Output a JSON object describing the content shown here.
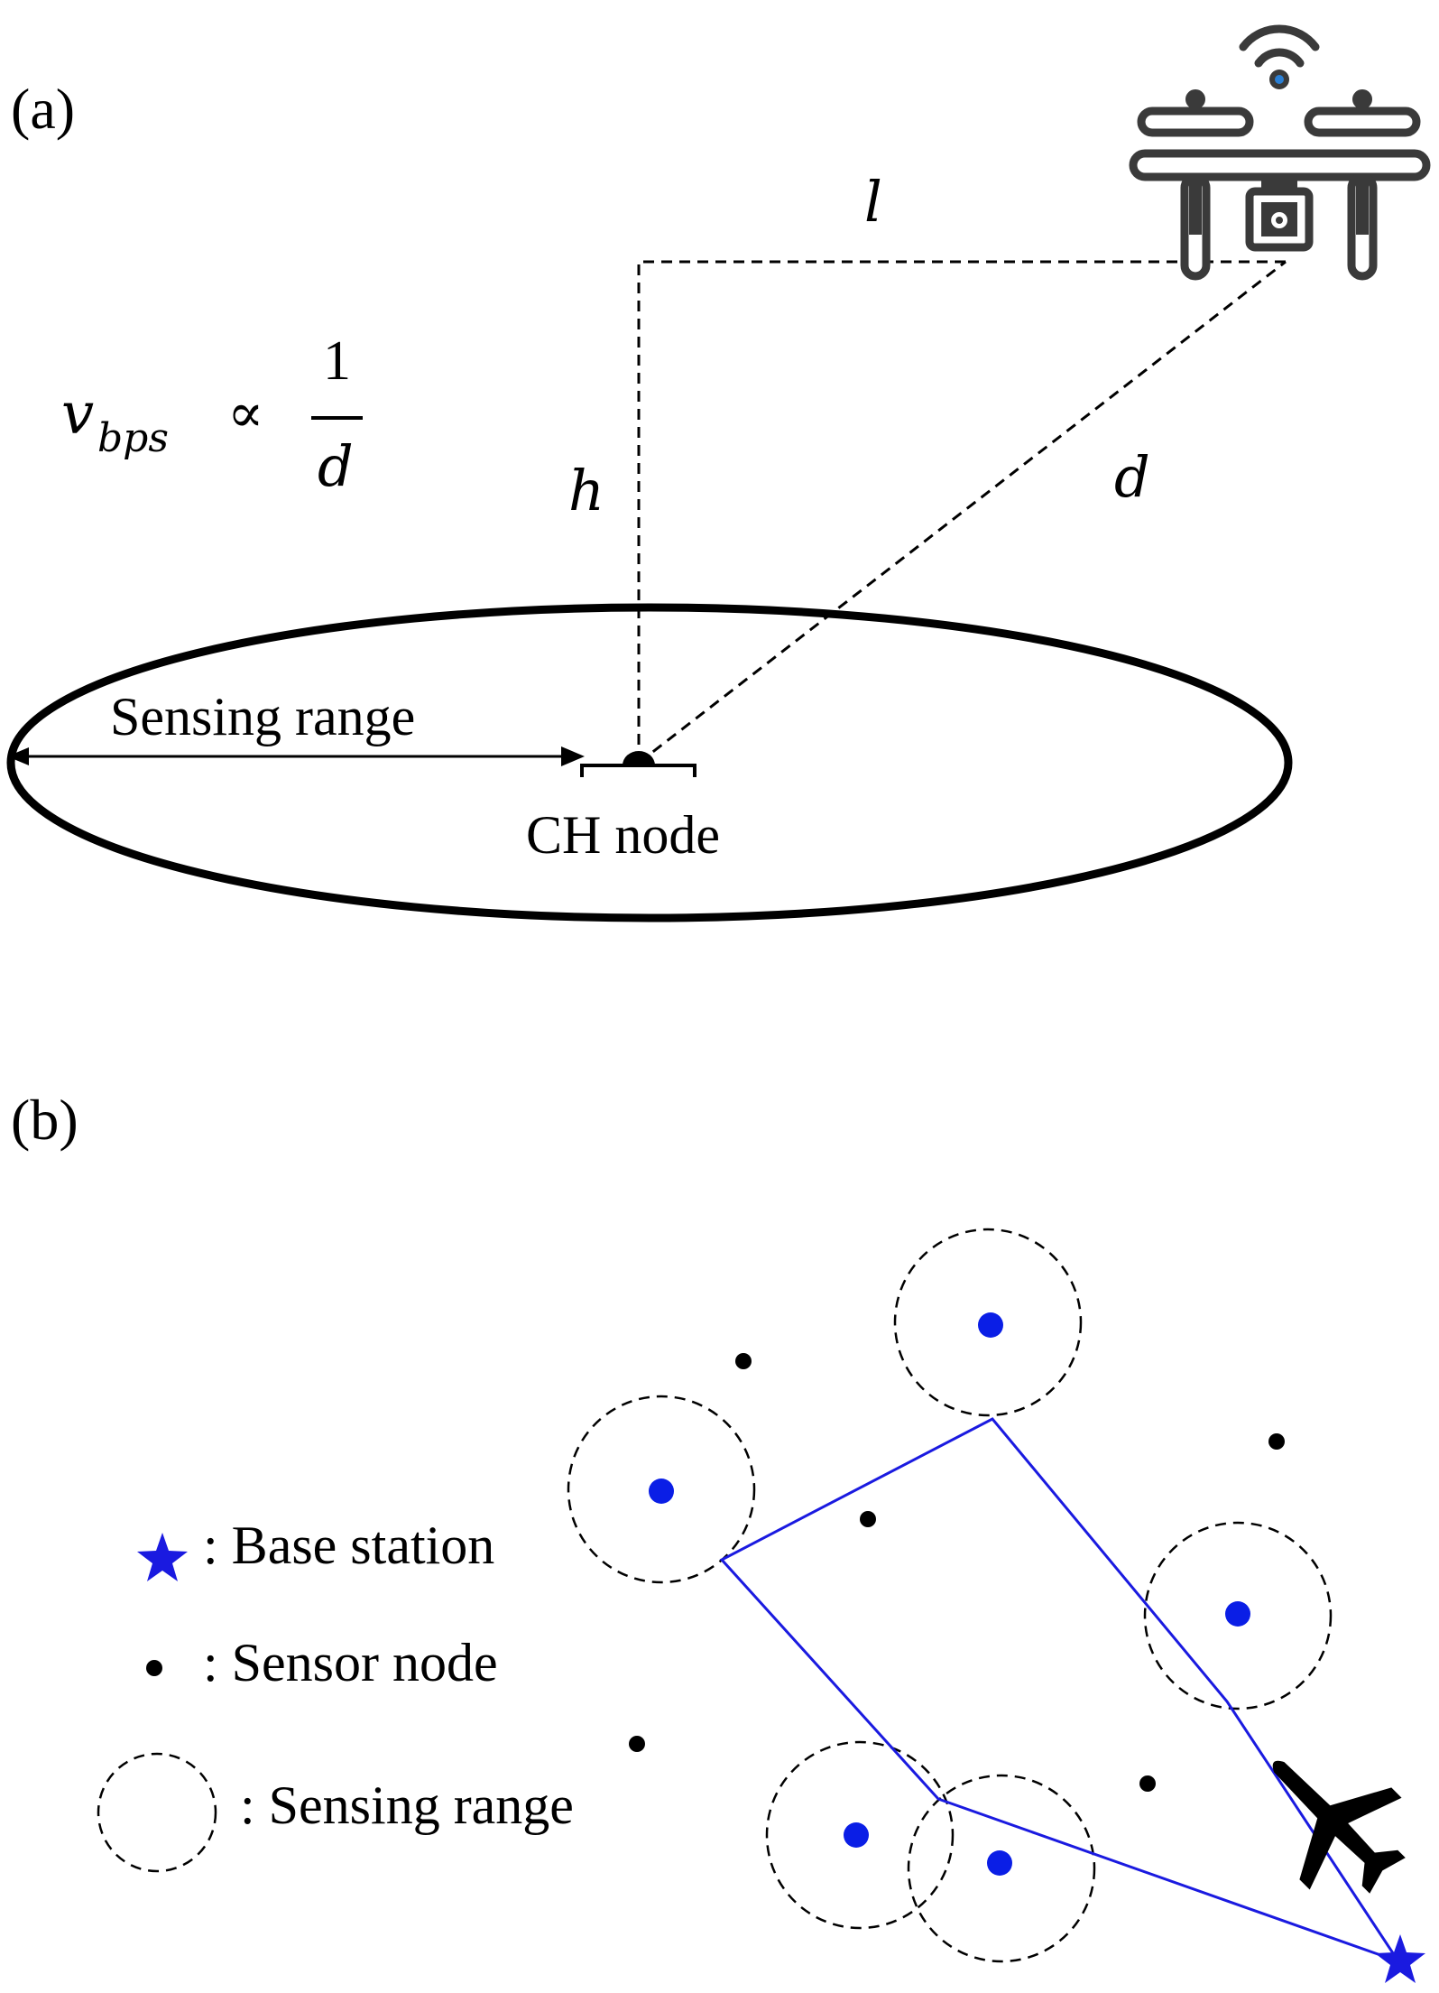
{
  "panel_a": {
    "label": "(a)",
    "formula": {
      "lhs": "v",
      "lhs_sub": "bps",
      "relation": "∝",
      "numerator": "1",
      "denominator": "d"
    },
    "symbol_l": "l",
    "symbol_h": "h",
    "symbol_d": "d",
    "sensing_range_label": "Sensing range",
    "ch_node_label": "CH node",
    "drone_icon": "drone-with-camera-and-wifi-icon"
  },
  "panel_b": {
    "label": "(b)",
    "legend": {
      "base_station": ": Base station",
      "sensor_node": ": Sensor node",
      "sensing_range": ": Sensing range"
    },
    "airplane_icon": "airplane-icon"
  },
  "colors": {
    "cluster_head": "#0a1ee6",
    "path": "#1a1ae0",
    "wifi_dot": "#2a7fd4",
    "drone_body": "#3a3a3a"
  }
}
